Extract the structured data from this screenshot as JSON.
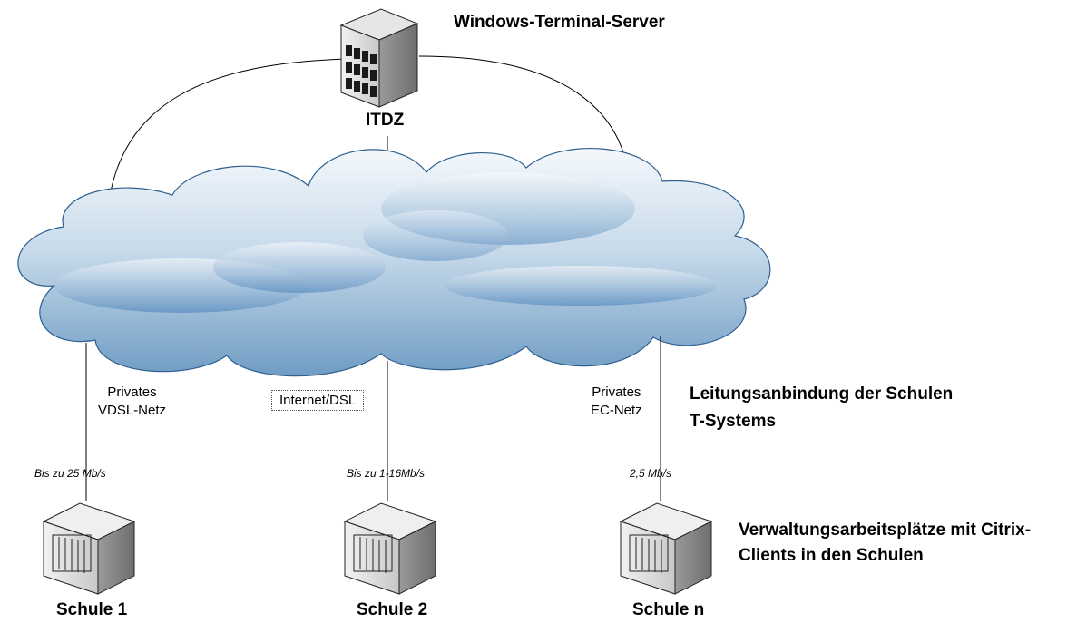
{
  "server": {
    "title": "Windows-Terminal-Server",
    "label": "ITDZ"
  },
  "connections": {
    "left": {
      "line1": "Privates",
      "line2": "VDSL-Netz",
      "speed": "Bis zu 25 Mb/s"
    },
    "middle": {
      "label": "Internet/DSL",
      "speed": "Bis zu 1-16Mb/s"
    },
    "right": {
      "line1": "Privates",
      "line2": "EC-Netz",
      "speed": "2,5 Mb/s"
    }
  },
  "annotations": {
    "network_line1": "Leitungsanbindung der Schulen",
    "network_line2": "T-Systems",
    "clients_line1": "Verwaltungsarbeitsplätze mit Citrix-",
    "clients_line2": "Clients in den Schulen"
  },
  "schools": [
    {
      "label": "Schule 1"
    },
    {
      "label": "Schule 2"
    },
    {
      "label": "Schule n"
    }
  ]
}
